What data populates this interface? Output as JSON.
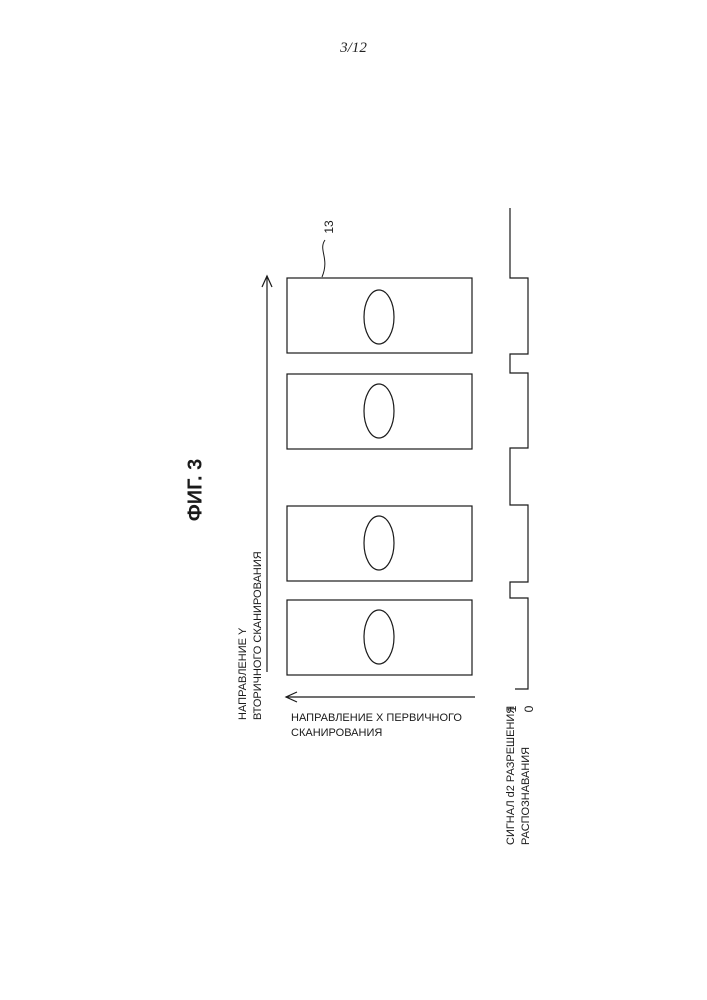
{
  "page_number": "3/12",
  "figure_title": "ФИГ. 3",
  "y_direction_label": {
    "line1": "НАПРАВЛЕНИЕ Y",
    "line2": "ВТОРИЧНОГО СКАНИРОВАНИЯ"
  },
  "x_direction_label": {
    "line1": "НАПРАВЛЕНИЕ X ПЕРВИЧНОГО",
    "line2": "СКАНИРОВАНИЯ"
  },
  "signal_label": {
    "line1": "СИГНАЛ d2 РАЗРЕШЕНИЯ",
    "line2": "РАСПОЗНАВАНИЯ"
  },
  "signal_level_high": "1",
  "signal_level_low": "0",
  "reference_numeral": "13",
  "document_count": 4
}
